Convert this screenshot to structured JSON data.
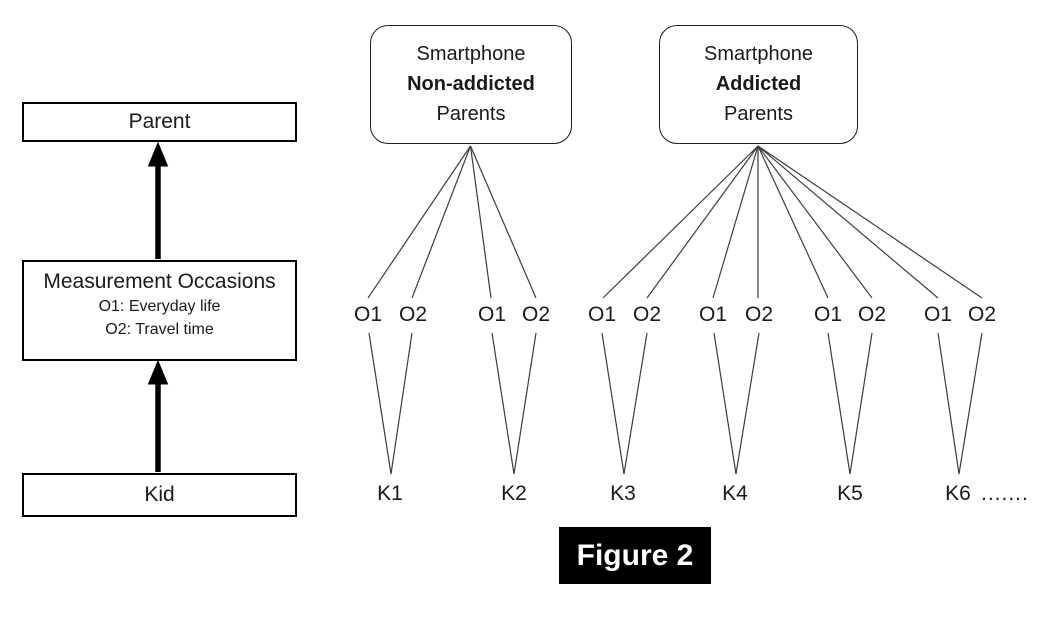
{
  "figure_label": "Figure 2",
  "left_panel": {
    "parent_label": "Parent",
    "measurement_title": "Measurement Occasions",
    "measurement_line1": "O1: Everyday life",
    "measurement_line2": "O2: Travel time",
    "kid_label": "Kid"
  },
  "groups": [
    {
      "line1": "Smartphone",
      "line2": "Non-addicted",
      "line3": "Parents"
    },
    {
      "line1": "Smartphone",
      "line2": "Addicted",
      "line3": "Parents"
    }
  ],
  "occasion_labels": [
    "O1",
    "O2",
    "O1",
    "O2",
    "O1",
    "O2",
    "O1",
    "O2",
    "O1",
    "O2",
    "O1",
    "O2"
  ],
  "kid_labels": [
    "K1",
    "K2",
    "K3",
    "K4",
    "K5",
    "K6"
  ],
  "continuation_dots": "......."
}
